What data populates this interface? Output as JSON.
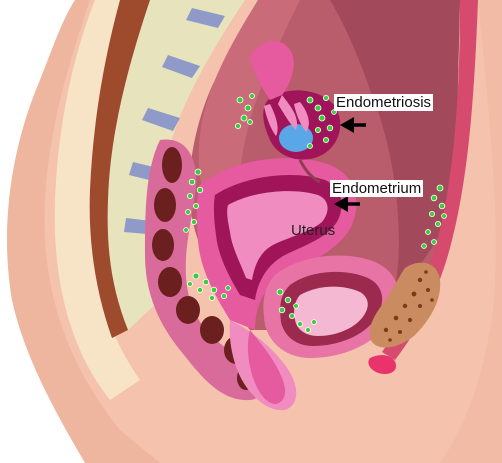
{
  "labels": {
    "endometriosis": "Endometriosis",
    "endometrium": "Endometrium",
    "uterus": "Uterus"
  },
  "colors": {
    "skin": "#f4c2ad",
    "skin_dark": "#e7a48b",
    "cavity": "#b95c6c",
    "cavity_dark": "#8f3d4f",
    "spine_bone": "#e6e3bd",
    "disc": "#8f9ac9",
    "spinal_canal": "#9e4a2c",
    "uterus": "#e65aa0",
    "uterus_light": "#f08cc0",
    "uterus_dark": "#a0155a",
    "colon": "#d96b9a",
    "colon_content": "#6b1f1f",
    "bladder_wall": "#e874a5",
    "bladder_inner": "#f5b8d2",
    "pubic_bone": "#c98b5f",
    "pubic_spots": "#7a3b19",
    "lesion": "#3ccc3c",
    "lesion_edge": "#ffffff",
    "ovary_cyst": "#5aa7e8",
    "arrow": "#000000"
  }
}
